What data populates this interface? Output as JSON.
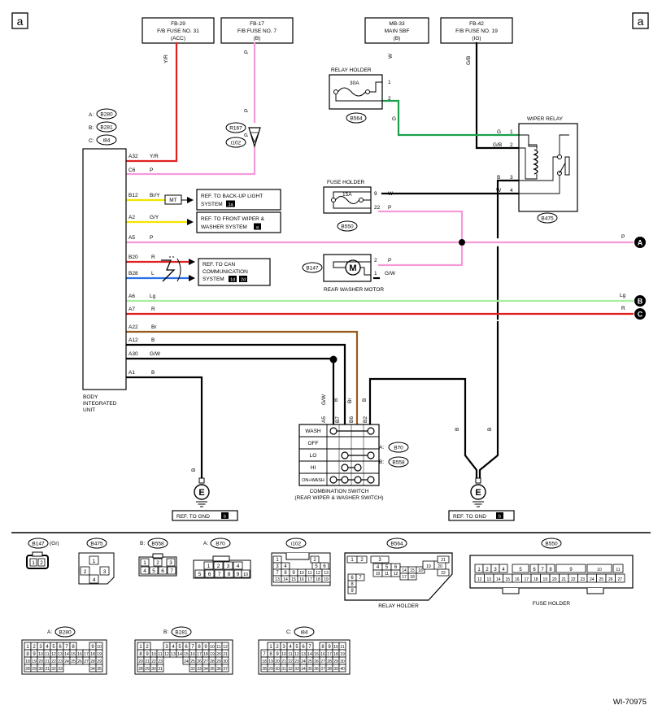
{
  "page_label": "a",
  "fuses": [
    {
      "id": "fb29",
      "line1": "FB-29",
      "line2": "F/B FUSE NO. 31",
      "line3": "(ACC)",
      "wire": "Y/R"
    },
    {
      "id": "fb17",
      "line1": "FB-17",
      "line2": "F/B FUSE NO. 7",
      "line3": "(B)",
      "wire": "P"
    },
    {
      "id": "mb33",
      "line1": "MB-33",
      "line2": "MAIN SBF",
      "line3": "(B)",
      "wire": "W"
    },
    {
      "id": "fb42",
      "line1": "FB-42",
      "line2": "F/B FUSE NO. 19",
      "line3": "(IG)",
      "wire": "G/B"
    }
  ],
  "body_unit": {
    "label_lines": [
      "BODY",
      "INTEGRATED",
      "UNIT"
    ],
    "connectors": [
      {
        "prefix": "A:",
        "id": "B280"
      },
      {
        "prefix": "B:",
        "id": "B281"
      },
      {
        "prefix": "C:",
        "id": "i84"
      }
    ],
    "pins": [
      {
        "pin": "A32",
        "wire": "Y/R",
        "color": "#e0201f"
      },
      {
        "pin": "C6",
        "wire": "P",
        "color": "#f59ad8"
      },
      {
        "pin": "B12",
        "wire": "Br/Y",
        "color": "#f5e400"
      },
      {
        "pin": "A2",
        "wire": "G/Y",
        "color": "#f5e400"
      },
      {
        "pin": "A5",
        "wire": "P",
        "color": "#f59ad8"
      },
      {
        "pin": "B20",
        "wire": "R",
        "color": "#e0201f"
      },
      {
        "pin": "B28",
        "wire": "L",
        "color": "#2a6fe8"
      },
      {
        "pin": "A6",
        "wire": "Lg",
        "color": "#a6f09e"
      },
      {
        "pin": "A7",
        "wire": "R",
        "color": "#e0201f"
      },
      {
        "pin": "A22",
        "wire": "Br",
        "color": "#9a5a1d"
      },
      {
        "pin": "A12",
        "wire": "B",
        "color": "#000000"
      },
      {
        "pin": "A30",
        "wire": "G/W",
        "color": "#000000"
      },
      {
        "pin": "A1",
        "wire": "B",
        "color": "#000000"
      }
    ]
  },
  "refs": {
    "backup_line1": "REF. TO BACK-UP LIGHT",
    "backup_line2": "SYSTEM",
    "backup_tag": "1a",
    "mt_label": "MT",
    "front_wiper_line1": "REF. TO FRONT WIPER &",
    "front_wiper_line2": "WASHER SYSTEM",
    "front_wiper_tag": "a",
    "can_line1": "REF. TO CAN",
    "can_line2": "COMMUNICATION",
    "can_line3": "SYSTEM",
    "can_tag1": "1d",
    "can_tag2": "2d",
    "gnd_left": "REF. TO GND",
    "gnd_right": "REF. TO GND",
    "gnd_tag": "b"
  },
  "connectors_inline": [
    {
      "id": "R167"
    },
    {
      "id": "i102"
    }
  ],
  "relay_holder": {
    "title": "RELAY HOLDER",
    "fuse_rating": "30A",
    "pin1": "1",
    "pin2": "2",
    "wire2": "G",
    "connector": "B564"
  },
  "wiper_relay": {
    "title": "WIPER RELAY",
    "connector": "B475",
    "pins": [
      {
        "wire": "G",
        "pin": "1"
      },
      {
        "wire": "G/B",
        "pin": "2"
      },
      {
        "wire": "B",
        "pin": "3"
      },
      {
        "wire": "W",
        "pin": "4"
      }
    ]
  },
  "fuse_holder": {
    "title": "FUSE HOLDER",
    "fuse_rating": "15A",
    "pin_a": "9",
    "wire_a": "W",
    "pin_b": "22",
    "wire_b": "P",
    "connector": "B550"
  },
  "washer_motor": {
    "title": "REAR WASHER MOTOR",
    "connector": "B147",
    "pins": [
      {
        "pin": "2",
        "wire": "P"
      },
      {
        "pin": "1",
        "wire": "G/W"
      }
    ]
  },
  "outputs": [
    {
      "wire": "P",
      "letter": "A"
    },
    {
      "wire": "Lg",
      "letter": "B"
    },
    {
      "wire": "R",
      "letter": "C"
    }
  ],
  "combo_switch": {
    "title_line1": "COMBINATION SWITCH",
    "title_line2": "(REAR WIPER & WASHER SWITCH)",
    "rows": [
      "WASH",
      "OFF",
      "LO",
      "HI",
      "ON+WASH"
    ],
    "pin_labels": [
      "A5",
      "B7",
      "B6",
      "B2"
    ],
    "wire_labels": [
      "G/W",
      "B",
      "Br",
      "B"
    ],
    "conn_a_prefix": "A:",
    "conn_a": "B70",
    "conn_b_prefix": "B:",
    "conn_b": "B558"
  },
  "ground": {
    "letter": "E",
    "wire": "B"
  },
  "legend": {
    "b147": {
      "id": "B147",
      "suffix": "(Gr)"
    },
    "b475": {
      "id": "B475"
    },
    "b558": {
      "prefix": "B:",
      "id": "B558"
    },
    "b70": {
      "prefix": "A:",
      "id": "B70"
    },
    "i102": {
      "id": "i102"
    },
    "b564": {
      "id": "B564",
      "caption": "RELAY HOLDER"
    },
    "b550": {
      "id": "B550",
      "caption": "FUSE HOLDER"
    },
    "b280": {
      "prefix": "A:",
      "id": "B280"
    },
    "b281": {
      "prefix": "B:",
      "id": "B281"
    },
    "i84": {
      "prefix": "C:",
      "id": "i84"
    }
  },
  "figure_id": "WI-70975"
}
